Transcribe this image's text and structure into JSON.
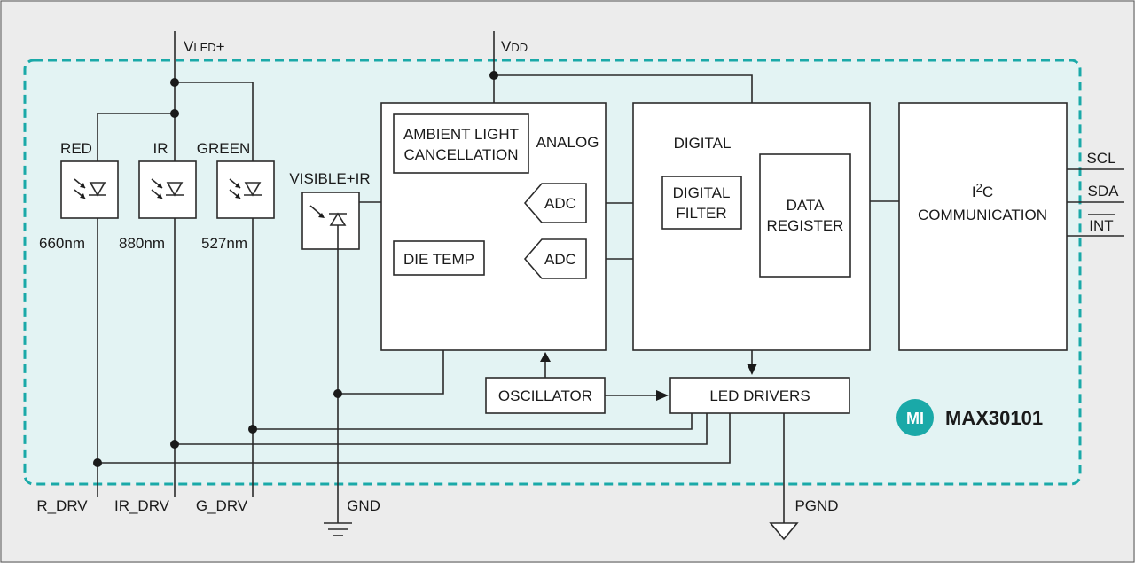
{
  "supplies": {
    "vled": {
      "main": "V",
      "sub": "LED",
      "suffix": "+"
    },
    "vdd": {
      "main": "V",
      "sub": "DD"
    },
    "gnd": "GND",
    "pgnd": "PGND"
  },
  "leds": [
    {
      "name": "RED",
      "wavelength": "660nm",
      "drive": "R_DRV"
    },
    {
      "name": "IR",
      "wavelength": "880nm",
      "drive": "IR_DRV"
    },
    {
      "name": "GREEN",
      "wavelength": "527nm",
      "drive": "G_DRV"
    }
  ],
  "photodiode": "VISIBLE+IR",
  "analog": {
    "title": "ANALOG",
    "ambient_line1": "AMBIENT LIGHT",
    "ambient_line2": "CANCELLATION",
    "adc": "ADC",
    "die_temp": "DIE TEMP"
  },
  "digital": {
    "title": "DIGITAL",
    "filter_line1": "DIGITAL",
    "filter_line2": "FILTER",
    "register_line1": "DATA",
    "register_line2": "REGISTER"
  },
  "comm": {
    "line1_pre": "I",
    "line1_sup": "2",
    "line1_post": "C",
    "line2": "COMMUNICATION",
    "pins": [
      "SCL",
      "SDA",
      "INT"
    ]
  },
  "oscillator": "OSCILLATOR",
  "led_drivers": "LED DRIVERS",
  "brand": {
    "logo_text": "MI",
    "part": "MAX30101",
    "color": "#1aa9a8"
  },
  "colors": {
    "chip_fill": "#e3f3f3",
    "chip_border": "#1aa9a8"
  }
}
